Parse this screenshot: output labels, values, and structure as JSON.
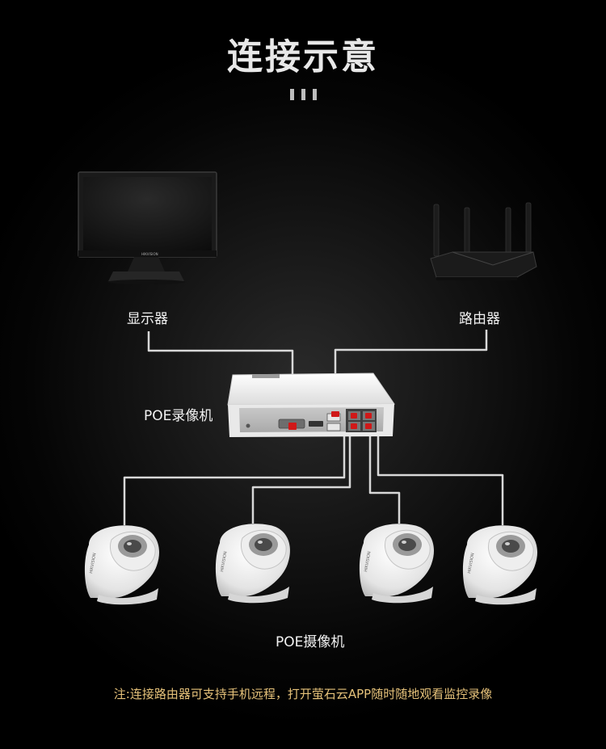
{
  "title": "连接示意",
  "labels": {
    "monitor": "显示器",
    "router": "路由器",
    "nvr": "POE录像机",
    "cameras": "POE摄像机"
  },
  "note": "注:连接路由器可支持手机远程，打开萤石云APP随时随地观看监控录像",
  "monitor_brand": "HIKVISION",
  "camera_brand": "HIKVISION",
  "colors": {
    "background": "#000000",
    "title": "#e8e8e8",
    "note": "#e6c27a",
    "cable": "#d8d8d8",
    "port_connector": "#d01818"
  }
}
